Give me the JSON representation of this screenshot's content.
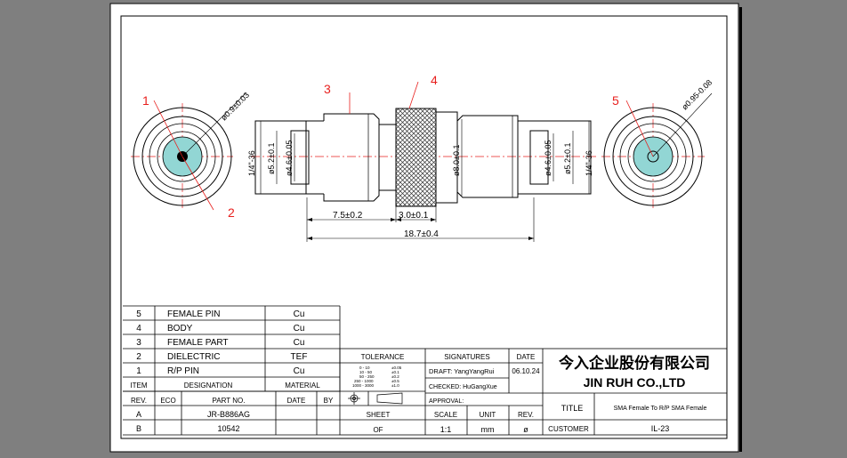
{
  "colors": {
    "background": "#7f7f7f",
    "sheet": "#ffffff",
    "ink": "#000000",
    "leader": "#e8201e",
    "centerline": "#e8201e",
    "dielectric": "#92d6d4",
    "knurl": "#555555"
  },
  "callouts": [
    "1",
    "2",
    "3",
    "4",
    "5"
  ],
  "dims": {
    "left_dia": "ø0.9±0.03",
    "right_dia": "ø0.95-0.08",
    "thread_left": "1/4\"-36",
    "thread_right": "1/4\"-36",
    "d52_left": "ø5.2±0.1",
    "d46_left": "ø4.6±0.05",
    "d80": "ø8.0±0.1",
    "d46_right": "ø4.6±0.05",
    "d52_right": "ø5.2±0.1",
    "len_75": "7.5±0.2",
    "len_30": "3.0±0.1",
    "len_187": "18.7±0.4"
  },
  "bom": {
    "rows": [
      {
        "item": "5",
        "designation": "FEMALE PIN",
        "material": "Cu"
      },
      {
        "item": "4",
        "designation": "BODY",
        "material": "Cu"
      },
      {
        "item": "3",
        "designation": "FEMALE PART",
        "material": "Cu"
      },
      {
        "item": "2",
        "designation": "DIELECTRIC",
        "material": "TEF"
      },
      {
        "item": "1",
        "designation": "R/P PIN",
        "material": "Cu"
      }
    ],
    "header": {
      "item": "ITEM",
      "designation": "DESIGNATION",
      "material": "MATERIAL"
    }
  },
  "revisions": {
    "header": {
      "rev": "REV.",
      "eco": "ECO",
      "part": "PART NO.",
      "date": "DATE",
      "by": "BY"
    },
    "rows": [
      {
        "rev": "A",
        "part": "JR-B886AG"
      },
      {
        "rev": "B",
        "part": "10542"
      }
    ]
  },
  "tolerance": {
    "title": "TOLERANCE",
    "lines": [
      {
        "range": "0 - 10",
        "tol": "±0.05"
      },
      {
        "range": "10 - 50",
        "tol": "±0.1"
      },
      {
        "range": "50 - 250",
        "tol": "±0.2"
      },
      {
        "range": "250 - 1000",
        "tol": "±0.5"
      },
      {
        "range": "1000 - 3000",
        "tol": "±1.0"
      }
    ]
  },
  "signatures": {
    "title": "SIGNATURES",
    "date_label": "DATE",
    "draft": "DRAFT: YangYangRui",
    "checked": "CHECKED: HuGangXue",
    "approval": "APPROVAL:",
    "date": "06.10.24"
  },
  "sheet": {
    "label": "SHEET",
    "value": "OF"
  },
  "scale": {
    "label": "SCALE",
    "value": "1:1"
  },
  "unit": {
    "label": "UNIT",
    "value": "mm"
  },
  "rev": {
    "label": "REV.",
    "value": "ø"
  },
  "company": {
    "cn": "今入企业股份有限公司",
    "en": "JIN  RUH  CO.,LTD"
  },
  "title": {
    "label": "TITLE",
    "value": "SMA Female To R/P SMA Female"
  },
  "customer": {
    "label": "CUSTOMER",
    "value": "IL-23"
  }
}
